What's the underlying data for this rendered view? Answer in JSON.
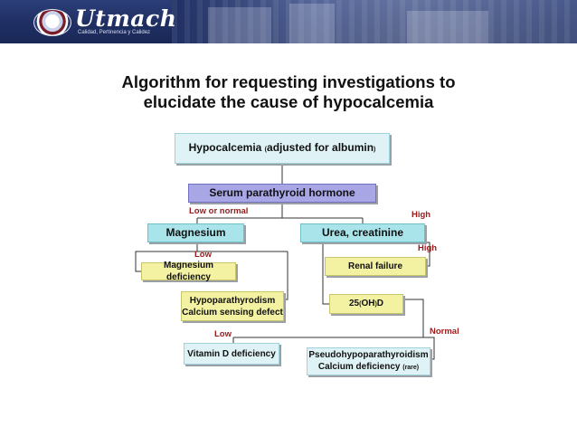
{
  "header": {
    "logo_text": "Utmach",
    "logo_subtitle": "Calidad, Pertinencia y Calidez"
  },
  "title": {
    "line1": "Algorithm for requesting investigations to",
    "line2": "elucidate the cause of hypocalcemia"
  },
  "nodes": {
    "hypocalcemia": {
      "main": "Hypocalcemia ",
      "paren_open": "(",
      "detail": "adjusted for albumin",
      "paren_close": ")"
    },
    "pth": "Serum parathyroid hormone",
    "magnesium": "Magnesium",
    "urea": "Urea, creatinine",
    "mg_deficiency": "Magnesium deficiency",
    "renal_failure": "Renal failure",
    "hypopara": {
      "line1": "Hypoparathyrodism",
      "line2": "Calcium sensing defect"
    },
    "vitd_test": {
      "prefix": "25",
      "paren": "(",
      "middle": "OH",
      "paren_close": ")",
      "suffix": "D"
    },
    "vitd_deficiency": "Vitamin D deficiency",
    "pseudo": {
      "line1": "Pseudohypoparathyroidism",
      "line2_main": "Calcium deficiency ",
      "line2_paren": "(rare)"
    }
  },
  "labels": {
    "low_or_normal": "Low or normal",
    "high_pth": "High",
    "low_mg": "Low",
    "high_urea": "High",
    "low_vitd": "Low",
    "normal_vitd": "Normal"
  },
  "colors": {
    "banner": "#1f2f63",
    "teal_box": "#a8e4ea",
    "lavender_box": "#a9a6e6",
    "yellow_box": "#f3f1a2",
    "label_red": "#9b1a1a"
  }
}
